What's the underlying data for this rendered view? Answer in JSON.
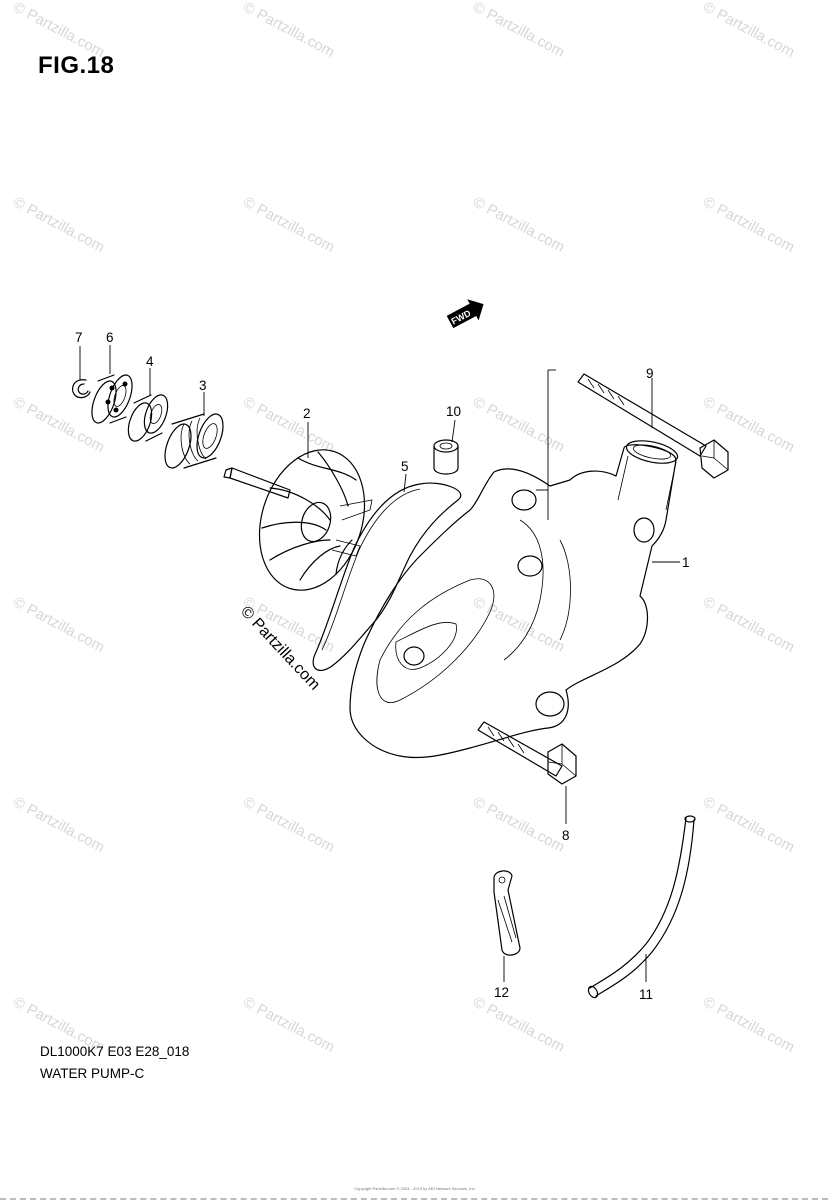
{
  "figure": {
    "title": "FIG.18"
  },
  "footer": {
    "code": "DL1000K7 E03 E28_018",
    "name": "WATER PUMP-C"
  },
  "watermark": {
    "text": "© Partzilla.com",
    "copyright": "© Partzilla.com"
  },
  "fwd_label": "FWD",
  "copyright_small": "Copyright\nPartzilla.com © 2004 - 2019 by ARI Network Services, Inc.",
  "callouts": [
    {
      "id": "1",
      "label": "1"
    },
    {
      "id": "2",
      "label": "2"
    },
    {
      "id": "3",
      "label": "3"
    },
    {
      "id": "4",
      "label": "4"
    },
    {
      "id": "5",
      "label": "5"
    },
    {
      "id": "6",
      "label": "6"
    },
    {
      "id": "7",
      "label": "7"
    },
    {
      "id": "8",
      "label": "8"
    },
    {
      "id": "9",
      "label": "9"
    },
    {
      "id": "10",
      "label": "10"
    },
    {
      "id": "11",
      "label": "11"
    },
    {
      "id": "12",
      "label": "12"
    }
  ]
}
